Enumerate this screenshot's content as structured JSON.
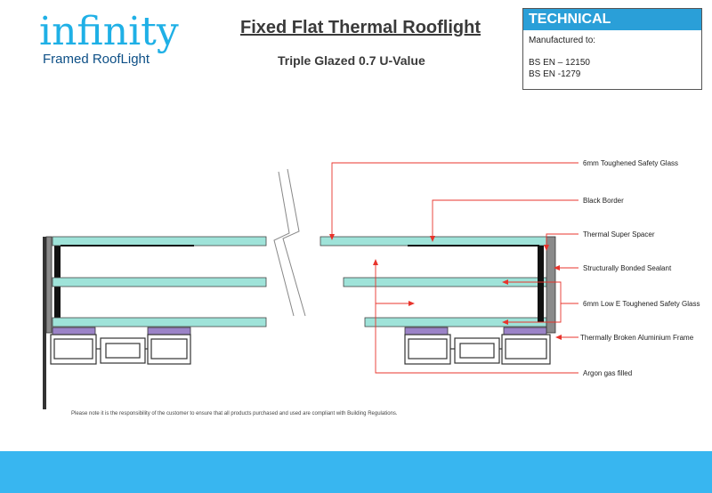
{
  "brand": {
    "logo_word": "infinity",
    "logo_sub": "Framed RoofLight"
  },
  "header": {
    "title": "Fixed Flat Thermal Rooflight",
    "subtitle": "Triple Glazed 0.7 U-Value"
  },
  "technical": {
    "heading": "TECHNICAL",
    "manufactured_to": "Manufactured to:",
    "standards": [
      "BS EN – 12150",
      "BS EN -1279"
    ]
  },
  "diagram": {
    "callouts": [
      "6mm Toughened Safety Glass",
      "Black Border",
      "Thermal Super Spacer",
      "Structurally Bonded Sealant",
      "6mm Low E Toughened Safety Glass",
      "Thermally Broken Aluminium Frame",
      "Argon gas filled"
    ],
    "colors": {
      "glass": "#9fe3d9",
      "leader": "#e8342c",
      "frame": "#777777",
      "seal": "#7b5ea7",
      "footer": "#38b6f0"
    }
  },
  "note": "Please note it is the responsibility of the customer to ensure that all products purchased and used are compliant with Building Regulations."
}
